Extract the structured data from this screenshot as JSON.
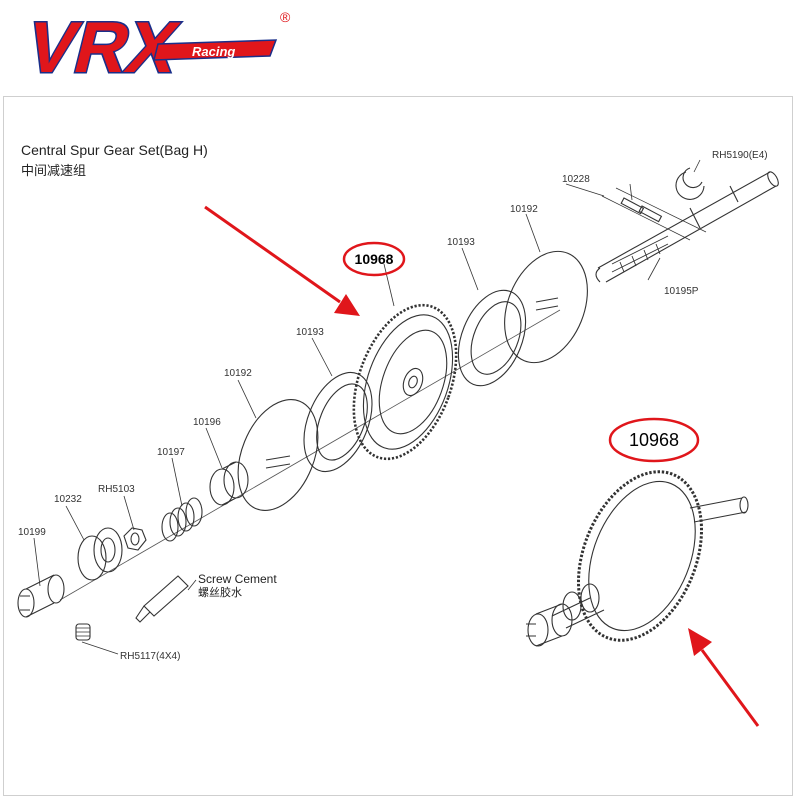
{
  "logo": {
    "wordmark": "VRX",
    "sub": "Racing",
    "registered": "®"
  },
  "title": {
    "en": "Central Spur Gear Set(Bag H)",
    "zh": "中间减速组"
  },
  "parts": {
    "p10968_top": "10968",
    "p10968_assembled": "10968",
    "p10193_a": "10193",
    "p10193_b": "10193",
    "p10192_a": "10192",
    "p10192_b": "10192",
    "p10196": "10196",
    "p10197": "10197",
    "p10232": "10232",
    "rh5103": "RH5103",
    "p10199": "10199",
    "rh5117": "RH5117(4X4)",
    "p10228": "10228",
    "rh5190": "RH5190(E4)",
    "p10195p": "10195P"
  },
  "screw_cement": {
    "en": "Screw Cement",
    "zh": "螺丝胶水"
  },
  "colors": {
    "accent_red": "#e0161b",
    "logo_blue": "#1a2f8a",
    "line": "#333333"
  },
  "icons": [
    "arrow-icon",
    "gear-icon",
    "logo-icon"
  ]
}
